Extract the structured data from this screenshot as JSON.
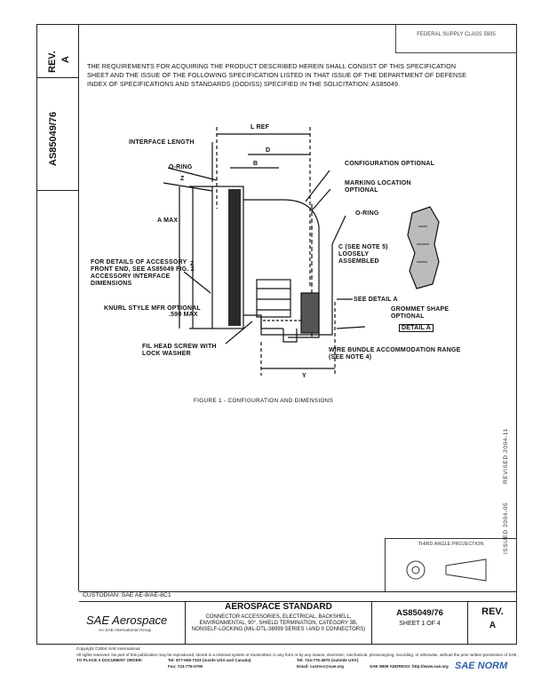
{
  "side": {
    "rev_label": "REV.",
    "rev_value": "A",
    "part_number": "AS85049/76",
    "issued": "ISSUED 2004-05",
    "revised": "REVISED 2004-11"
  },
  "fed_box": "FEDERAL SUPPLY CLASS 5935",
  "intro": "THE REQUIREMENTS FOR ACQUIRING THE PRODUCT DESCRIBED HEREIN SHALL CONSIST OF THIS SPECIFICATION SHEET AND THE ISSUE OF THE FOLLOWING SPECIFICATION LISTED IN THAT ISSUE OF THE DEPARTMENT OF DEFENSE INDEX OF SPECIFICATIONS AND STANDARDS (DODISS) SPECIFIED IN THE SOLICITATION: AS85049.",
  "figure": {
    "caption": "FIGURE 1 - CONFIGURATION AND DIMENSIONS",
    "labels": {
      "interface_length": "INTERFACE LENGTH",
      "l_ref": "L REF",
      "d": "D",
      "b": "B",
      "o_ring_left": "O-RING",
      "z_top": "Z",
      "a_max": "A MAX",
      "accessory": "FOR DETAILS OF ACCESSORY FRONT END, SEE AS85049 FIG. 2 ACCESSORY INTERFACE DIMENSIONS",
      "z_mid": "Z",
      "knurl": "KNURL STYLE MFR OPTIONAL",
      "dim_590": ".590 MAX",
      "fil_head": "FIL HEAD SCREW WITH LOCK WASHER",
      "config_opt": "CONFIGURATION OPTIONAL",
      "marking": "MARKING LOCATION OPTIONAL",
      "o_ring_right": "O-RING",
      "c_note": "C (SEE NOTE 5) LOOSELY ASSEMBLED",
      "see_detail": "SEE DETAIL A",
      "grommet": "GROMMET SHAPE OPTIONAL",
      "detail_a": "DETAIL A",
      "wire_bundle": "WIRE BUNDLE ACCOMMODATION RANGE (SEE NOTE 4)",
      "y": "Y"
    }
  },
  "projection": "THIRD ANGLE PROJECTION",
  "custodian": "CUSTODIAN: SAE AE-8/AE-8C1",
  "title_block": {
    "brand": "SAE Aerospace",
    "brand_sub": "An SAE International Group",
    "std_title": "AEROSPACE STANDARD",
    "std_sub": "CONNECTOR ACCESSORIES, ELECTRICAL, BACKSHELL, ENVIRONMENTAL, 90°, SHIELD TERMINATION, CATEGORY 3B, NONSELF-LOCKING (MIL-DTL-38999 SERIES I AND II CONNECTORS)",
    "part_number": "AS85049/76",
    "sheet": "SHEET 1 OF 4",
    "rev_label": "REV.",
    "rev_value": "A"
  },
  "footer": {
    "copyright": "Copyright ©2004 SAE International",
    "rights": "All rights reserved. No part of this publication may be reproduced, stored in a retrieval system or transmitted, in any form or by any means, electronic, mechanical, photocopying, recording, or otherwise, without the prior written permission of SAE.",
    "order_label": "TO PLACE A DOCUMENT ORDER:",
    "tel1": "Tel: 877-606-7323 (inside USA and Canada)",
    "tel2": "Tel: 724-776-4970 (outside USA)",
    "fax": "Fax: 724-776-0790",
    "email": "Email: custsvc@sae.org",
    "web": "SAE WEB ADDRESS: http://www.sae.org"
  },
  "watermark": "SAE NORM"
}
